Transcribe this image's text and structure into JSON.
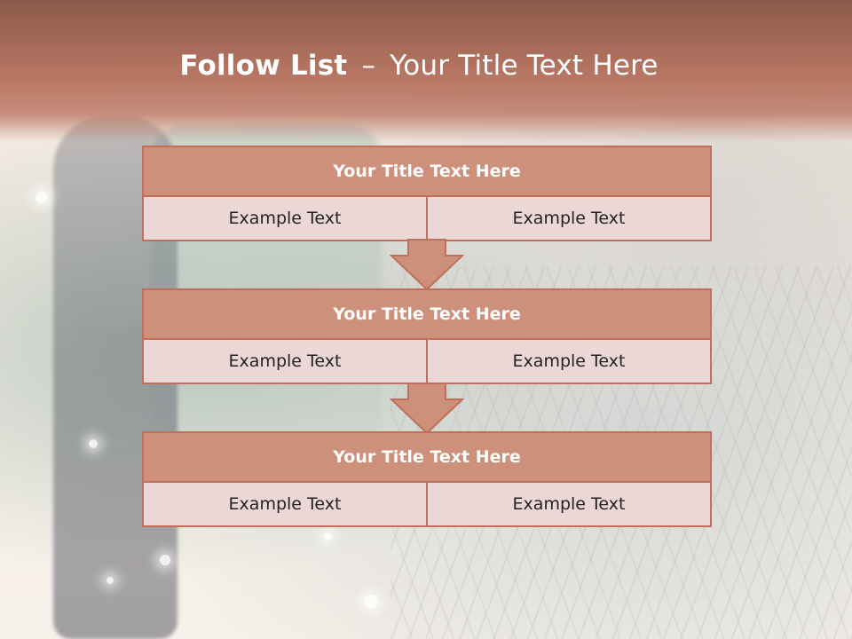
{
  "slide": {
    "title_bold": "Follow List",
    "title_separator": "–",
    "title_rest": "Your Title Text Here"
  },
  "blocks": [
    {
      "title": "Your Title Text Here",
      "cells": [
        "Example Text",
        "Example Text"
      ]
    },
    {
      "title": "Your Title Text Here",
      "cells": [
        "Example Text",
        "Example Text"
      ]
    },
    {
      "title": "Your Title Text Here",
      "cells": [
        "Example Text",
        "Example Text"
      ]
    }
  ],
  "colors": {
    "header_top": "#8c5a49",
    "header_bottom": "#b87764",
    "block_title_fill": "#cc907b",
    "block_border": "#c0705a",
    "cell_fill": "#ebd8d6"
  },
  "icons": [
    "down-arrow-icon"
  ]
}
